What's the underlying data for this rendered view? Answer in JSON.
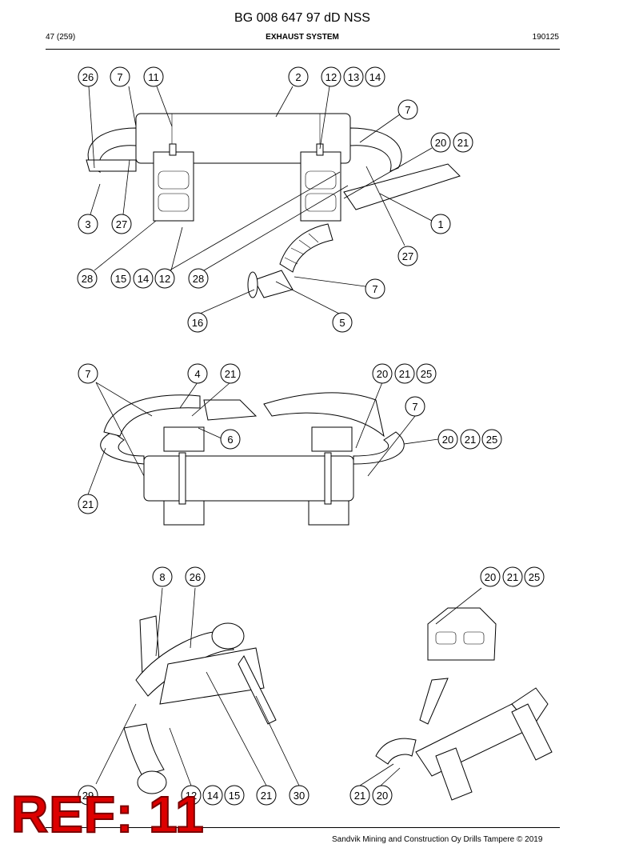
{
  "header": {
    "document_id": "BG 008 647 97 dD NSS",
    "page": "47 (259)",
    "section": "EXHAUST SYSTEM",
    "date_code": "190125"
  },
  "callouts": {
    "fig1": [
      "26",
      "7",
      "11",
      "2",
      "12",
      "13",
      "14",
      "7",
      "20",
      "21",
      "1",
      "3",
      "27",
      "27",
      "28",
      "15",
      "14",
      "12",
      "28",
      "7",
      "16",
      "5"
    ],
    "fig2": [
      "7",
      "4",
      "21",
      "20",
      "21",
      "25",
      "7",
      "6",
      "20",
      "21",
      "25",
      "21"
    ],
    "fig3": [
      "8",
      "26",
      "29",
      "12",
      "14",
      "15",
      "21",
      "30"
    ],
    "fig4": [
      "20",
      "21",
      "25",
      "21",
      "20"
    ]
  },
  "stamp": {
    "text": "REF: 11",
    "color": "#dd0000"
  },
  "footer": {
    "text": "Sandvik Mining and Construction Oy Drills Tampere © 2019"
  }
}
